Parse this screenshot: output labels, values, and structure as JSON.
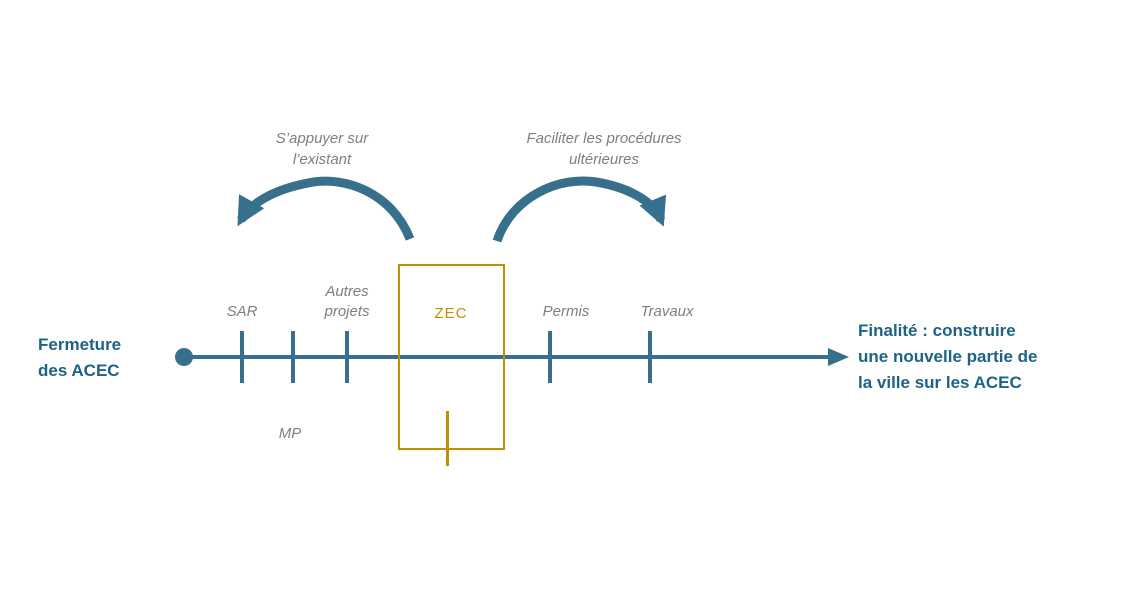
{
  "diagram": {
    "start": {
      "lines": [
        "Fermeture",
        "des ACEC"
      ]
    },
    "end": {
      "lines": [
        "Finalité : construire",
        "une nouvelle partie de",
        "la ville sur les ACEC"
      ]
    },
    "callout_left": {
      "lines": [
        "S’appuyer sur",
        "l’existant"
      ]
    },
    "callout_right": {
      "lines": [
        "Faciliter les procédures",
        "ultérieures"
      ]
    },
    "milestones": {
      "sar": "SAR",
      "autres_projets": {
        "lines": [
          "Autres",
          "projets"
        ]
      },
      "mp": "MP",
      "zec": "ZEC",
      "permis": "Permis",
      "travaux": "Travaux"
    }
  },
  "colors": {
    "line": "#36708C",
    "dark": "#1D6385",
    "muted": "#7F7F7F",
    "gold": "#BF9000"
  }
}
